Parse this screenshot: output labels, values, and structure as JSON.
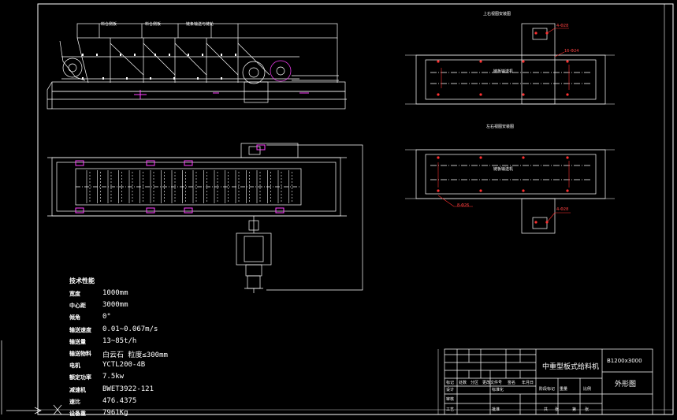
{
  "views": {
    "side_labels": [
      "料仓侧板",
      "料仓侧板",
      "链条输送与链轮"
    ],
    "top_view_title": "上右视图安装图",
    "bottom_view_title": "左右视图安装图",
    "top_view_center_label": "链板输送机",
    "bottom_view_center_label": "链板输送机",
    "dim_top_a": "4-Φ28",
    "dim_top_b": "16-Φ24",
    "dim_bottom_a": "8-Φ26",
    "dim_bottom_b": "4-Φ28"
  },
  "specs": {
    "title": "技术性能",
    "rows": [
      {
        "key": "宽度",
        "value": "1000mm"
      },
      {
        "key": "中心距",
        "value": "3000mm"
      },
      {
        "key": "倾角",
        "value": "0°"
      },
      {
        "key": "输送速度",
        "value": "0.01~0.067m/s"
      },
      {
        "key": "输送量",
        "value": "13~85t/h"
      },
      {
        "key": "输送物料",
        "value": "白云石  粒度≤300mm"
      },
      {
        "key": "电机",
        "value": "YCTL200-4B"
      },
      {
        "key": "额定功率",
        "value": "7.5kw"
      },
      {
        "key": "减速机",
        "value": "BWET3922-121"
      },
      {
        "key": "速比",
        "value": "476.4375"
      },
      {
        "key": "设备重",
        "value": "7961Kg"
      }
    ]
  },
  "title_block": {
    "model": "B1200x3000",
    "name": "中重型板式给料机",
    "drawing": "外形图",
    "header_cells": [
      "标记",
      "处数",
      "分区",
      "更改文件号",
      "签名",
      "年月日"
    ],
    "row2_cells": [
      "设计",
      "",
      "标准化"
    ],
    "row2_right": [
      "阶段标记",
      "重量",
      "比例"
    ],
    "row3_cells": [
      "审核",
      "",
      ""
    ],
    "row4_cells": [
      "工艺",
      "",
      "批准"
    ],
    "bottom_right": [
      "共",
      "张",
      "第",
      "张"
    ]
  },
  "colors": {
    "line": "#ffffff",
    "red": "#ff3030",
    "magenta": "#ff40ff",
    "bg": "#000000"
  }
}
